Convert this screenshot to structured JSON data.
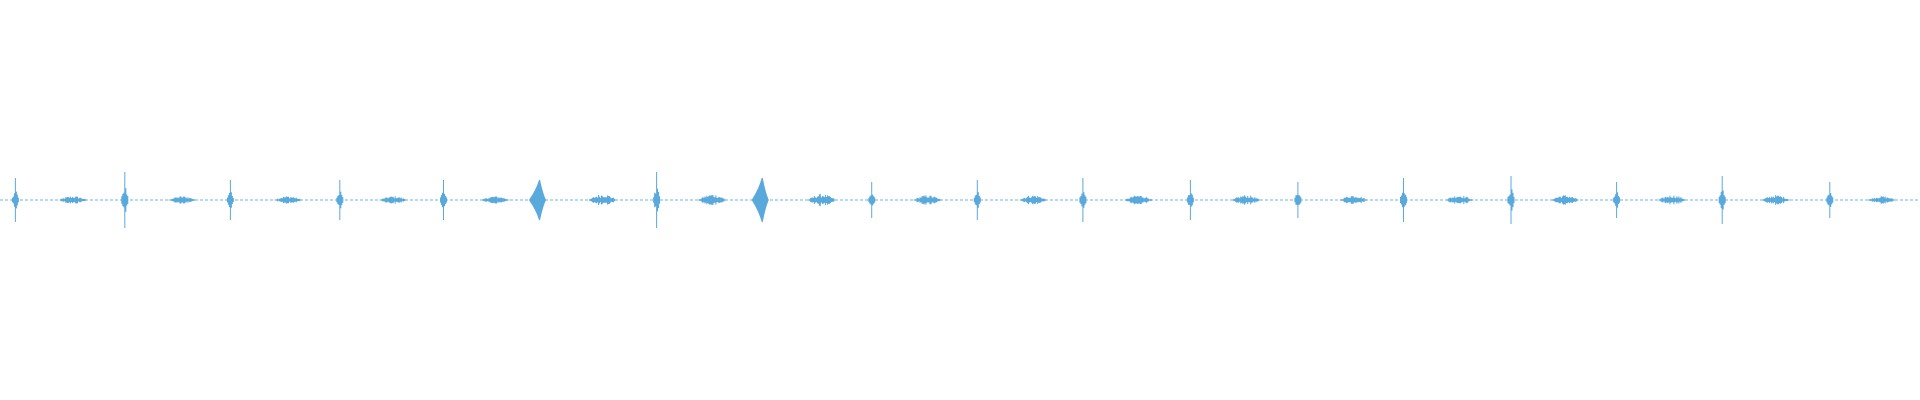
{
  "waveform": {
    "color": "#5aa9dd",
    "baseline_amplitude": 0.012,
    "transients": [
      {
        "t": 0.008,
        "amplitude": 0.11
      },
      {
        "t": 0.065,
        "amplitude": 0.14
      },
      {
        "t": 0.12,
        "amplitude": 0.1
      },
      {
        "t": 0.177,
        "amplitude": 0.1
      },
      {
        "t": 0.231,
        "amplitude": 0.1
      },
      {
        "t": 0.281,
        "amplitude": 0.1,
        "kind": "bulge"
      },
      {
        "t": 0.342,
        "amplitude": 0.14
      },
      {
        "t": 0.397,
        "amplitude": 0.11,
        "kind": "bulge"
      },
      {
        "t": 0.454,
        "amplitude": 0.09
      },
      {
        "t": 0.509,
        "amplitude": 0.1
      },
      {
        "t": 0.564,
        "amplitude": 0.11
      },
      {
        "t": 0.62,
        "amplitude": 0.1
      },
      {
        "t": 0.676,
        "amplitude": 0.09
      },
      {
        "t": 0.731,
        "amplitude": 0.11
      },
      {
        "t": 0.787,
        "amplitude": 0.12
      },
      {
        "t": 0.842,
        "amplitude": 0.09
      },
      {
        "t": 0.897,
        "amplitude": 0.12
      },
      {
        "t": 0.953,
        "amplitude": 0.09
      }
    ],
    "noise_clusters": [
      {
        "t": 0.038,
        "width": 0.015,
        "amplitude": 0.02
      },
      {
        "t": 0.095,
        "width": 0.015,
        "amplitude": 0.02
      },
      {
        "t": 0.15,
        "width": 0.015,
        "amplitude": 0.02
      },
      {
        "t": 0.205,
        "width": 0.015,
        "amplitude": 0.02
      },
      {
        "t": 0.258,
        "width": 0.015,
        "amplitude": 0.02
      },
      {
        "t": 0.314,
        "width": 0.015,
        "amplitude": 0.03
      },
      {
        "t": 0.371,
        "width": 0.015,
        "amplitude": 0.03
      },
      {
        "t": 0.428,
        "width": 0.015,
        "amplitude": 0.03
      },
      {
        "t": 0.483,
        "width": 0.015,
        "amplitude": 0.025
      },
      {
        "t": 0.538,
        "width": 0.015,
        "amplitude": 0.025
      },
      {
        "t": 0.593,
        "width": 0.015,
        "amplitude": 0.025
      },
      {
        "t": 0.649,
        "width": 0.015,
        "amplitude": 0.025
      },
      {
        "t": 0.705,
        "width": 0.015,
        "amplitude": 0.025
      },
      {
        "t": 0.76,
        "width": 0.015,
        "amplitude": 0.025
      },
      {
        "t": 0.815,
        "width": 0.015,
        "amplitude": 0.025
      },
      {
        "t": 0.871,
        "width": 0.015,
        "amplitude": 0.025
      },
      {
        "t": 0.925,
        "width": 0.015,
        "amplitude": 0.025
      },
      {
        "t": 0.98,
        "width": 0.015,
        "amplitude": 0.02
      }
    ]
  }
}
